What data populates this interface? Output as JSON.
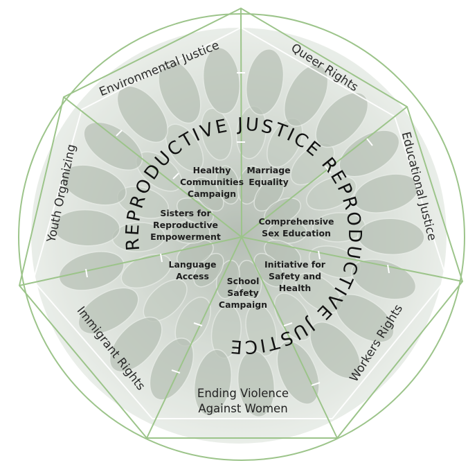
{
  "outer_sectors": [
    "Environmental Justice",
    "Queer Rights",
    "Educational Justice",
    "Workers Rights",
    "Immigrant Rights",
    "Youth Organizing"
  ],
  "bottom_sector": [
    "Ending Violence",
    "Against Women"
  ],
  "ring_text": "REPRODUCTIVE JUSTICE REPRODUCTIVE JUSTICE",
  "inner_items": [
    [
      "Healthy",
      "Communities",
      "Campaign"
    ],
    [
      "Marriage",
      "Equality"
    ],
    [
      "Sisters for",
      "Reproductive",
      "Empowerment"
    ],
    [
      "Comprehensive",
      "Sex Education"
    ],
    [
      "Language",
      "Access"
    ],
    [
      "Initiative for",
      "Safety and",
      "Health"
    ],
    [
      "School",
      "Safety",
      "Campaign"
    ]
  ],
  "colors": {
    "line": "#9cc48a",
    "background_photo": "#c7cfc5"
  }
}
